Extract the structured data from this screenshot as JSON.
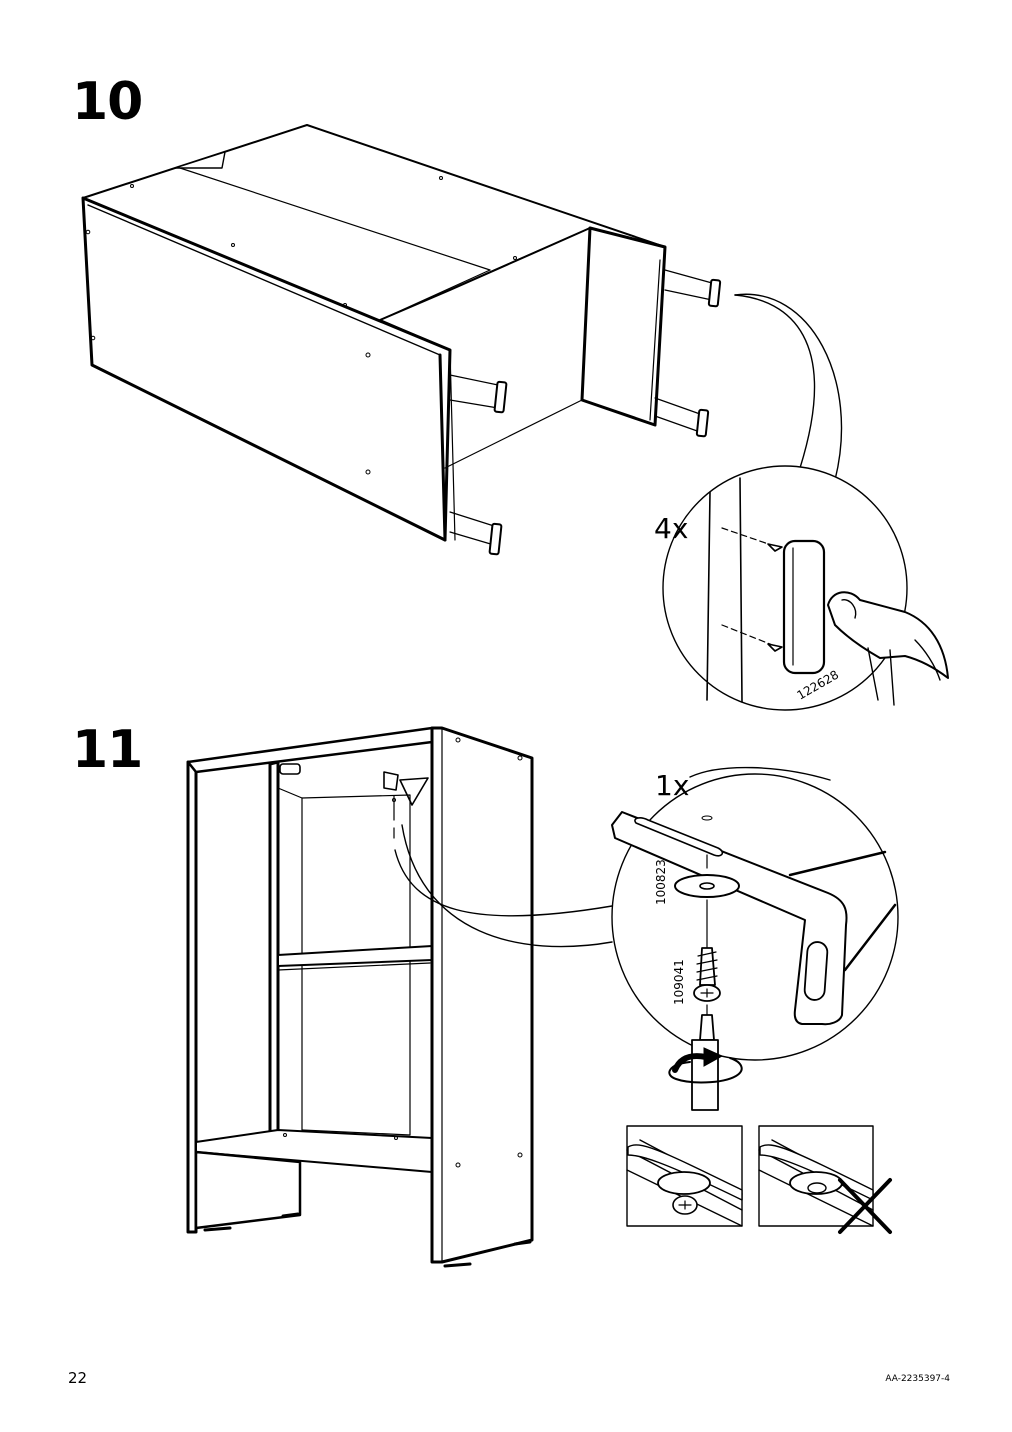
{
  "steps": [
    {
      "number": "10",
      "callout": {
        "quantity": "4x",
        "part_number": "122628",
        "tool": "hammer-icon"
      }
    },
    {
      "number": "11",
      "callout": {
        "quantity": "1x",
        "part_numbers": [
          "100823",
          "109041"
        ],
        "tool": "screwdriver-icon"
      }
    }
  ],
  "footer": {
    "page_number": "22",
    "document_code": "AA-2235397-4"
  }
}
